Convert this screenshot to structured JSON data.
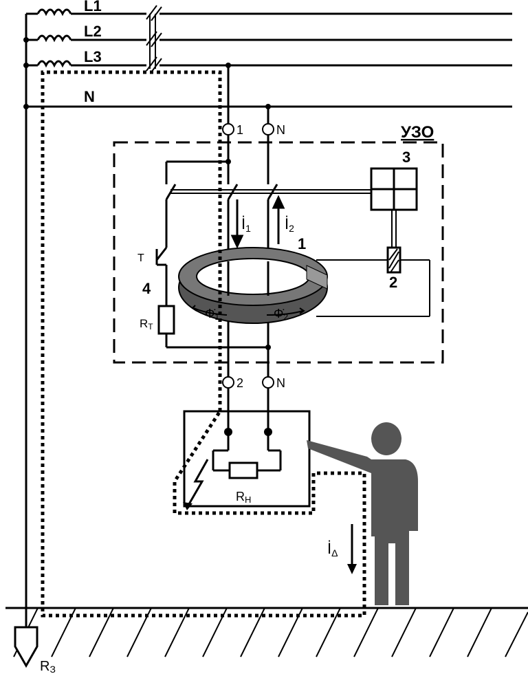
{
  "lines": {
    "l1": "L1",
    "l2": "L2",
    "l3": "L3",
    "n": "N"
  },
  "terminals": {
    "in_phase": "1",
    "in_neutral": "N",
    "out_phase": "2",
    "out_neutral": "N"
  },
  "device": {
    "name": "УЗО",
    "number": "3"
  },
  "components": {
    "transformer_number": "1",
    "relay_number": "2",
    "test_circuit_number": "4",
    "test_button": "Т",
    "test_resistor_base": "R",
    "test_resistor_sub": "Т",
    "load_resistor_base": "R",
    "load_resistor_sub": "Н",
    "earth_resistor_base": "R",
    "earth_resistor_sub": "З"
  },
  "currents": {
    "i1_sub": "1",
    "i2_sub": "2",
    "leak_sub": "Δ"
  },
  "fluxes": {
    "phi1_sub": "1",
    "phi2_sub": "2"
  }
}
